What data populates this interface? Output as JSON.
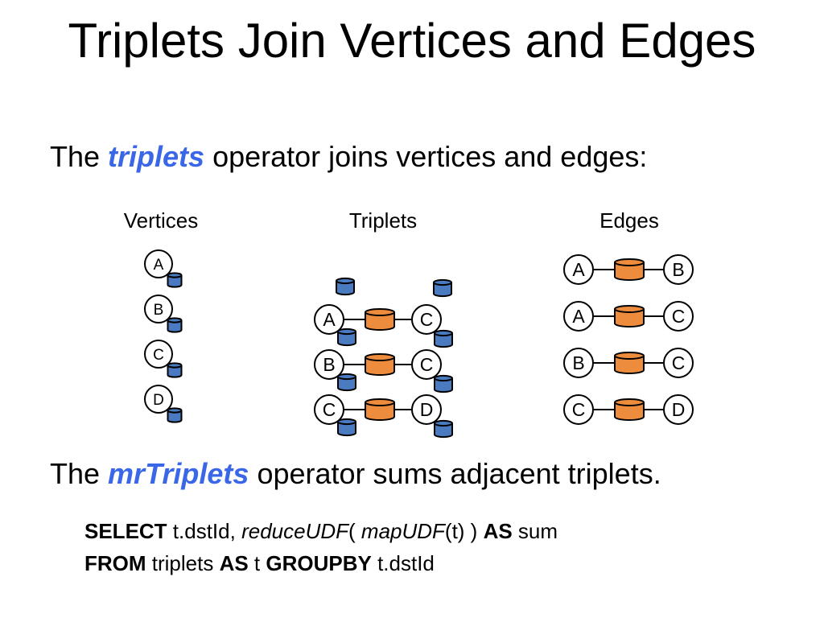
{
  "slide": {
    "title": "Triplets Join Vertices and Edges",
    "p1_pre": "The ",
    "p1_em": "triplets",
    "p1_post": " operator joins vertices and edges:",
    "p2_pre": "The ",
    "p2_em": "mrTriplets",
    "p2_post": " operator sums adjacent triplets."
  },
  "diagram": {
    "vertices_heading": "Vertices",
    "triplets_heading": "Triplets",
    "edges_heading": "Edges",
    "vertices": [
      "A",
      "B",
      "C",
      "D"
    ],
    "triplets": [
      {
        "src": "A",
        "dst": "C"
      },
      {
        "src": "B",
        "dst": "C"
      },
      {
        "src": "C",
        "dst": "D"
      }
    ],
    "edges": [
      {
        "src": "A",
        "dst": "B"
      },
      {
        "src": "A",
        "dst": "C"
      },
      {
        "src": "B",
        "dst": "C"
      },
      {
        "src": "C",
        "dst": "D"
      }
    ],
    "vertex_data_color": "#4a7abf",
    "edge_data_color": "#ee8c3e"
  },
  "sql": {
    "kw_select": "SELECT",
    "t1": " t.dstId, ",
    "udf_reduce": "reduceUDF",
    "t2": "( ",
    "udf_map": "mapUDF",
    "t3": "(t) ) ",
    "kw_as": "AS",
    "t4": " sum",
    "kw_from": "FROM",
    "t5": " triplets ",
    "kw_as2": "AS",
    "t6": " t ",
    "kw_groupby": "GROUPBY",
    "t7": " t.dstId"
  }
}
